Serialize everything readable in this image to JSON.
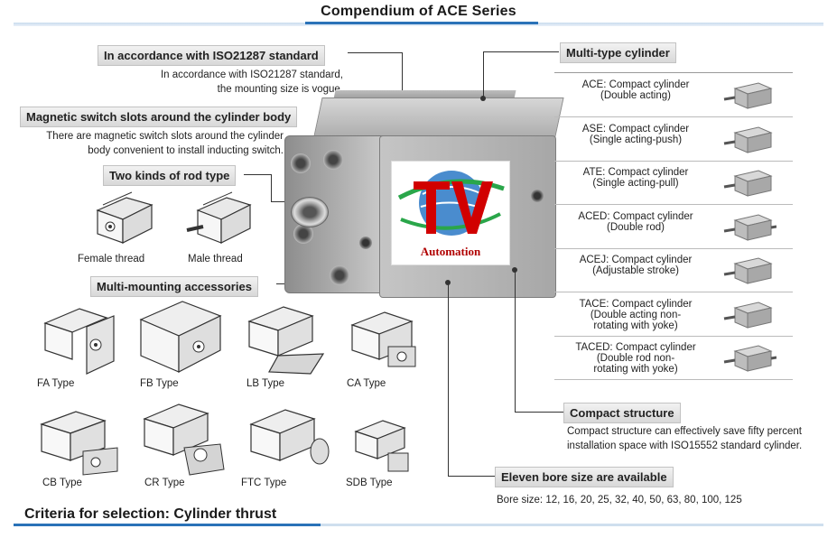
{
  "title": "Compendium of ACE Series",
  "features": {
    "iso": {
      "label": "In accordance with ISO21287 standard",
      "desc1": "In accordance with ISO21287 standard,",
      "desc2": "the mounting size is vogue."
    },
    "slots": {
      "label": "Magnetic switch slots around the cylinder body",
      "desc1": "There are magnetic switch slots around the cylinder",
      "desc2": "body convenient to install inducting switch."
    },
    "rod": {
      "label": "Two kinds of rod type",
      "female": "Female thread",
      "male": "Male thread"
    },
    "mounting": {
      "label": "Multi-mounting accessories"
    },
    "multi": {
      "label": "Multi-type cylinder"
    },
    "compact": {
      "label": "Compact structure",
      "desc1": "Compact structure can effectively save fifty percent",
      "desc2": "installation space with ISO15552 standard cylinder."
    },
    "bore": {
      "label": "Eleven bore size are available",
      "desc": "Bore size: 12, 16, 20, 25, 32, 40, 50, 63, 80, 100, 125"
    }
  },
  "logo_text": "Automation",
  "cylinder_types": [
    {
      "l1": "ACE: Compact cylinder",
      "l2": "(Double acting)",
      "l3": ""
    },
    {
      "l1": "ASE: Compact cylinder",
      "l2": "(Single acting-push)",
      "l3": ""
    },
    {
      "l1": "ATE: Compact cylinder",
      "l2": "(Single acting-pull)",
      "l3": ""
    },
    {
      "l1": "ACED: Compact cylinder",
      "l2": "(Double rod)",
      "l3": ""
    },
    {
      "l1": "ACEJ: Compact cylinder",
      "l2": "(Adjustable stroke)",
      "l3": ""
    },
    {
      "l1": "TACE: Compact cylinder",
      "l2": "(Double acting non-",
      "l3": "rotating with yoke)"
    },
    {
      "l1": "TACED: Compact cylinder",
      "l2": "(Double rod non-",
      "l3": "rotating with yoke)"
    }
  ],
  "mounting_types": [
    "FA Type",
    "FB Type",
    "LB Type",
    "CA Type",
    "CB Type",
    "CR Type",
    "FTC Type",
    "SDB Type"
  ],
  "bottom_title": "Criteria for selection: Cylinder thrust",
  "colors": {
    "accent": "#2a72b8",
    "logo_red": "#b00000",
    "logo_blue": "#1d5fae",
    "logo_green": "#2aa64a"
  }
}
